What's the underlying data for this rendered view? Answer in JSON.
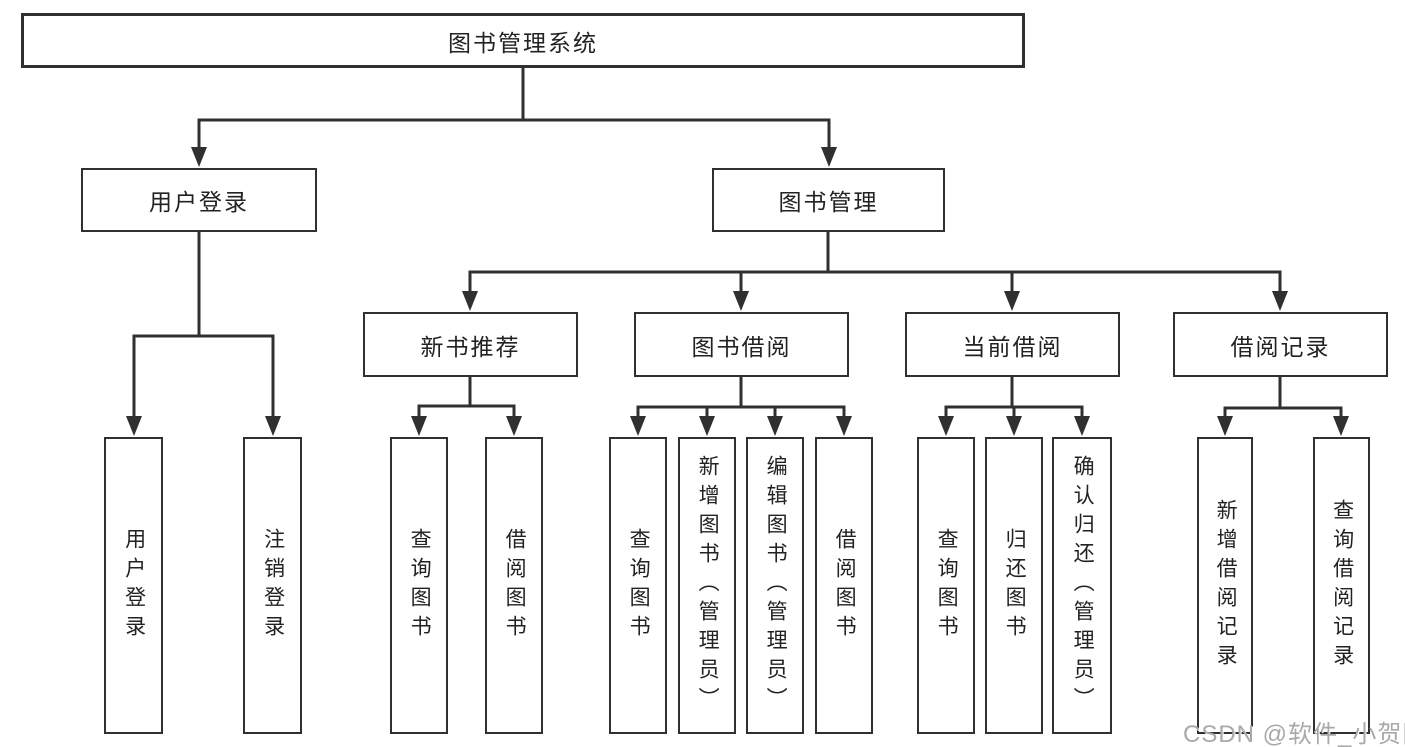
{
  "diagram": {
    "root": {
      "label": "图书管理系统"
    },
    "branches": [
      {
        "label": "用户登录",
        "children": [
          {
            "label": "用户登录"
          },
          {
            "label": "注销登录"
          }
        ]
      },
      {
        "label": "图书管理",
        "children": [
          {
            "label": "新书推荐",
            "children": [
              {
                "label": "查询图书"
              },
              {
                "label": "借阅图书"
              }
            ]
          },
          {
            "label": "图书借阅",
            "children": [
              {
                "label": "查询图书"
              },
              {
                "label": "新增图书（管理员）"
              },
              {
                "label": "编辑图书（管理员）"
              },
              {
                "label": "借阅图书"
              }
            ]
          },
          {
            "label": "当前借阅",
            "children": [
              {
                "label": "查询图书"
              },
              {
                "label": "归还图书"
              },
              {
                "label": "确认归还（管理员）"
              }
            ]
          },
          {
            "label": "借阅记录",
            "children": [
              {
                "label": "新增借阅记录"
              },
              {
                "label": "查询借阅记录"
              }
            ]
          }
        ]
      }
    ]
  },
  "watermark": {
    "text": "CSDN @软件_小贺同学"
  },
  "colors": {
    "line": "#303030",
    "border": "#303030",
    "text": "#222222",
    "watermark": "#a9a9a9",
    "background": "#ffffff"
  }
}
